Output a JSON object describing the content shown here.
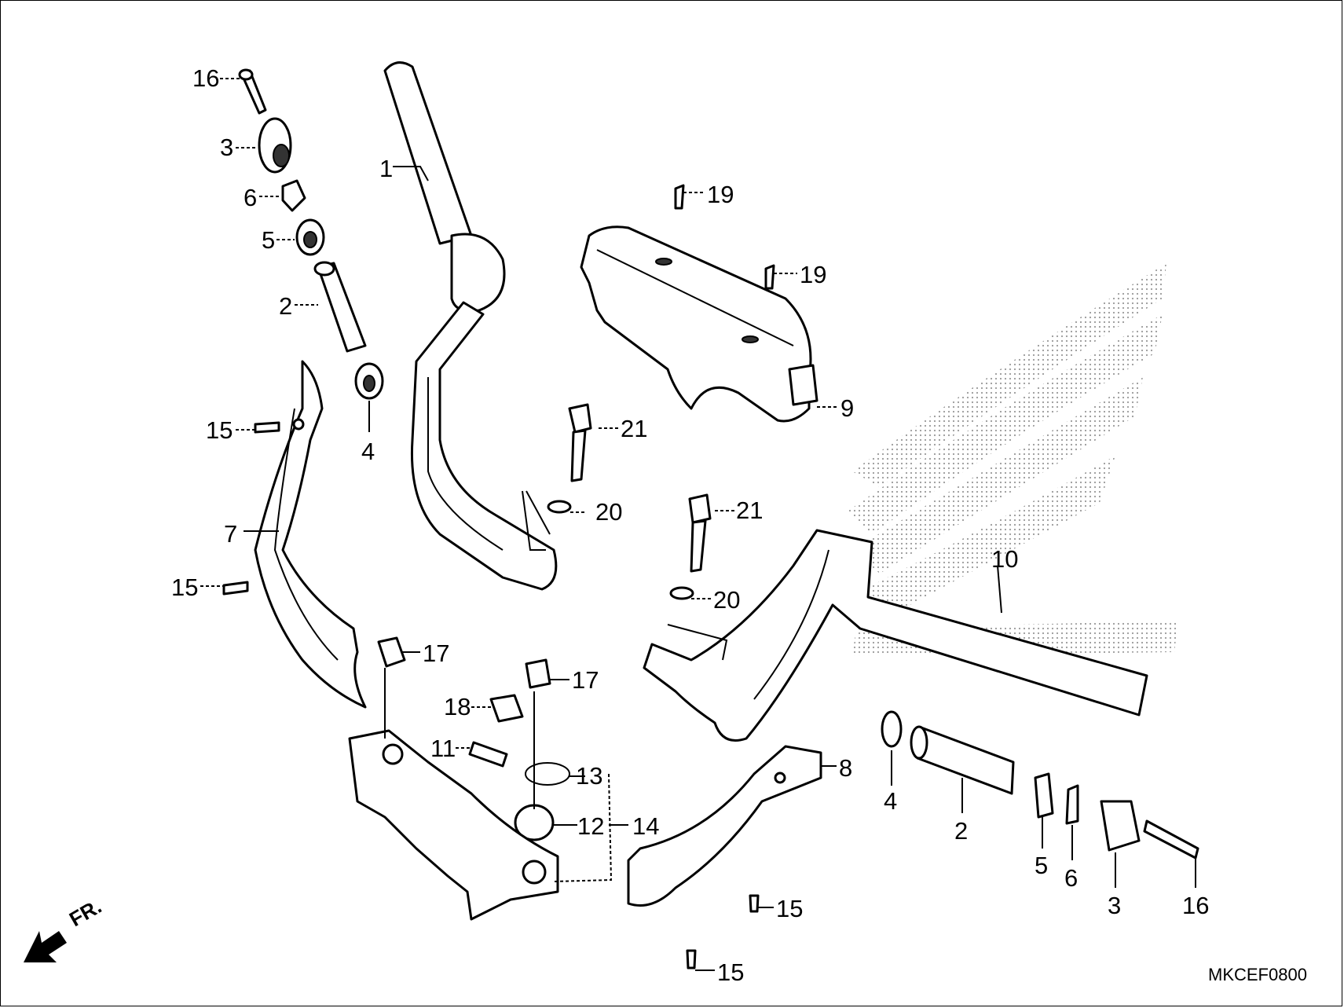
{
  "diagram": {
    "code": "MKCEF0800",
    "direction_label": "FR.",
    "callouts": [
      {
        "id": "c16a",
        "text": "16"
      },
      {
        "id": "c3a",
        "text": "3"
      },
      {
        "id": "c6a",
        "text": "6"
      },
      {
        "id": "c5a",
        "text": "5"
      },
      {
        "id": "c2a",
        "text": "2"
      },
      {
        "id": "c4a",
        "text": "4"
      },
      {
        "id": "c1",
        "text": "1"
      },
      {
        "id": "c15a",
        "text": "15"
      },
      {
        "id": "c7",
        "text": "7"
      },
      {
        "id": "c15b",
        "text": "15"
      },
      {
        "id": "c21a",
        "text": "21"
      },
      {
        "id": "c20a",
        "text": "20"
      },
      {
        "id": "c19a",
        "text": "19"
      },
      {
        "id": "c19b",
        "text": "19"
      },
      {
        "id": "c9",
        "text": "9"
      },
      {
        "id": "c21b",
        "text": "21"
      },
      {
        "id": "c20b",
        "text": "20"
      },
      {
        "id": "c10",
        "text": "10"
      },
      {
        "id": "c17a",
        "text": "17"
      },
      {
        "id": "c17b",
        "text": "17"
      },
      {
        "id": "c18",
        "text": "18"
      },
      {
        "id": "c11",
        "text": "11"
      },
      {
        "id": "c13",
        "text": "13"
      },
      {
        "id": "c12",
        "text": "12"
      },
      {
        "id": "c14",
        "text": "14"
      },
      {
        "id": "c8",
        "text": "8"
      },
      {
        "id": "c15c",
        "text": "15"
      },
      {
        "id": "c15d",
        "text": "15"
      },
      {
        "id": "c4b",
        "text": "4"
      },
      {
        "id": "c2b",
        "text": "2"
      },
      {
        "id": "c5b",
        "text": "5"
      },
      {
        "id": "c6b",
        "text": "6"
      },
      {
        "id": "c3b",
        "text": "3"
      },
      {
        "id": "c16b",
        "text": "16"
      }
    ]
  }
}
